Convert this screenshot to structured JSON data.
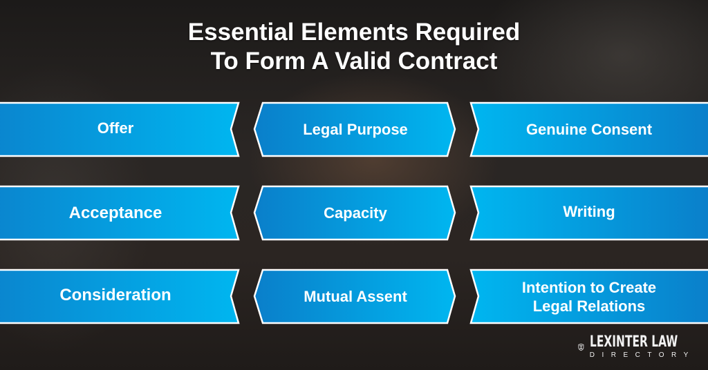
{
  "title": {
    "line1": "Essential Elements Required",
    "line2": "To Form A Valid Contract"
  },
  "colors": {
    "box_light": "#00b4ee",
    "box_dark": "#0a82cc",
    "border": "#ffffff",
    "text": "#ffffff",
    "background": "#221e1c"
  },
  "elements": {
    "rows": [
      {
        "left": "Offer",
        "middle": "Legal Purpose",
        "right": "Genuine Consent"
      },
      {
        "left": "Acceptance",
        "middle": "Capacity",
        "right": "Writing"
      },
      {
        "left": "Consideration",
        "middle": "Mutual Assent",
        "right_line1": "Intention to Create",
        "right_line2": "Legal Relations"
      }
    ]
  },
  "logo": {
    "icon": "shield-pillar-icon",
    "name": "LEXINTER LAW",
    "subtitle": "DIRECTORY"
  }
}
